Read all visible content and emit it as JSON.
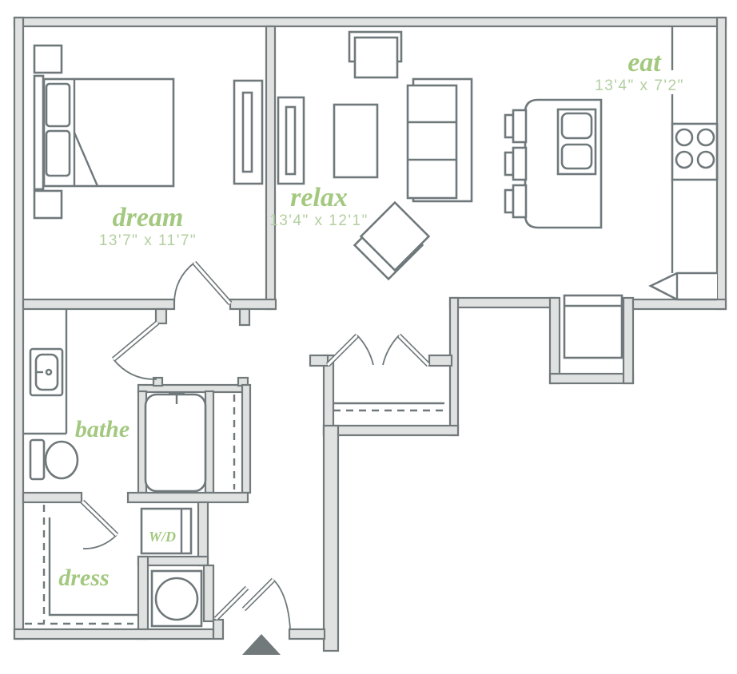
{
  "plan": {
    "rooms": [
      {
        "key": "dream",
        "label": "dream",
        "dims": "13'7\" x 11'7\""
      },
      {
        "key": "relax",
        "label": "relax",
        "dims": "13'4\" x 12'1\""
      },
      {
        "key": "eat",
        "label": "eat",
        "dims": "13'4\" x 7'2\""
      },
      {
        "key": "bathe",
        "label": "bathe",
        "dims": ""
      },
      {
        "key": "dress",
        "label": "dress",
        "dims": ""
      },
      {
        "key": "wd",
        "label": "W/D",
        "dims": ""
      }
    ],
    "colors": {
      "label_green": "#a3c87f",
      "dims_green": "#b3cfa0",
      "wall_fill": "#dfe2e1",
      "wall_stroke": "#72797b",
      "entry_arrow": "#72797b"
    }
  }
}
